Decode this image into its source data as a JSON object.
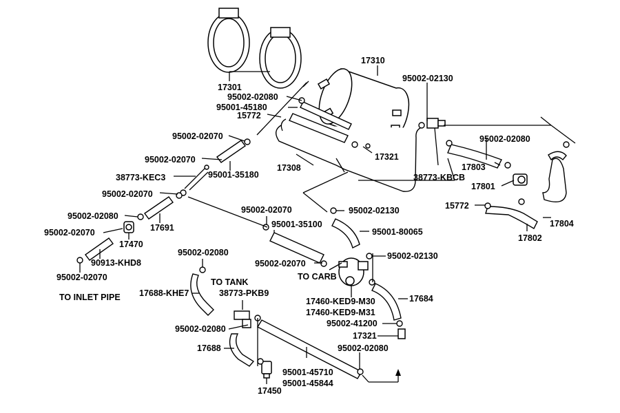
{
  "notes": {
    "to_tank": "TO TANK",
    "to_carb": "TO CARB",
    "to_inlet_pipe": "TO INLET PIPE"
  },
  "labels": {
    "p17310": "17310",
    "p17301": "17301",
    "p95002_02130_top": "95002-02130",
    "p95002_02080_a": "95002-02080",
    "p95001_45180": "95001-45180",
    "p15772_a": "15772",
    "p95002_02070_a": "95002-02070",
    "p95002_02070_b": "95002-02070",
    "p17321_a": "17321",
    "p17308": "17308",
    "p95001_35180": "95001-35180",
    "p38773_kec3": "38773-KEC3",
    "p95002_02070_c": "95002-02070",
    "p95002_02080_right": "95002-02080",
    "p17803": "17803",
    "p38773_kbcb": "38773-KBCB",
    "p17801": "17801",
    "p15772_b": "15772",
    "p17804": "17804",
    "p17802": "17802",
    "p95002_02070_d": "95002-02070",
    "p95002_02130_mid": "95002-02130",
    "p95002_02080_b": "95002-02080",
    "p95001_35100": "95001-35100",
    "p95001_80065": "95001-80065",
    "p17691": "17691",
    "p95002_02070_e": "95002-02070",
    "p17470": "17470",
    "p90913_khd8": "90913-KHD8",
    "p95002_02070_f": "95002-02070",
    "p95002_02080_c": "95002-02080",
    "p95002_02070_g": "95002-02070",
    "p95002_02130_low": "95002-02130",
    "p17688_khe7": "17688-KHE7",
    "p38773_pkb9": "38773-PKB9",
    "p17460_ked9_m30": "17460-KED9-M30",
    "p17460_ked9_m31": "17460-KED9-M31",
    "p17684": "17684",
    "p95002_02080_d": "95002-02080",
    "p95002_41200": "95002-41200",
    "p17321_b": "17321",
    "p17688": "17688",
    "p95002_02080_e": "95002-02080",
    "p95001_45710": "95001-45710",
    "p95001_45844": "95001-45844",
    "p17450": "17450"
  }
}
